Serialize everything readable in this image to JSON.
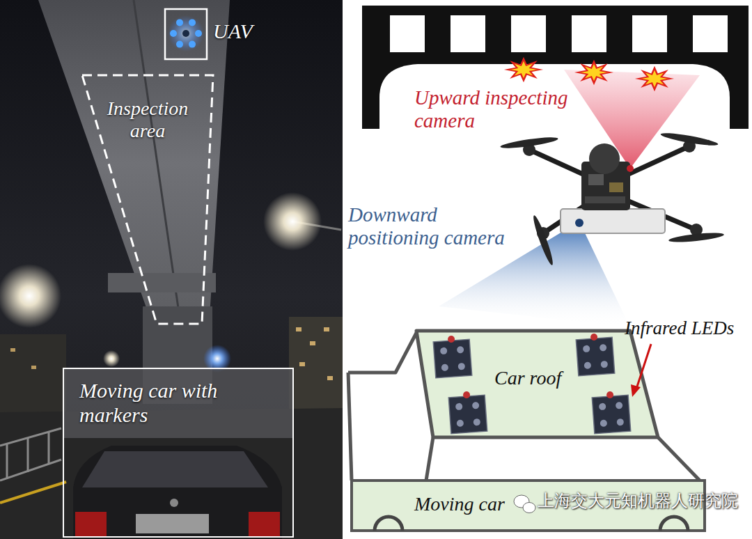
{
  "diagram": {
    "nodes": [
      {
        "text": [
          "UAV"
        ]
      },
      {
        "text": [
          "Inspection area"
        ]
      },
      {
        "text": [
          "Moving car with markers"
        ]
      },
      {
        "text": [
          "Moving car"
        ]
      },
      {
        "text": [
          "Car roof"
        ],
        "in": 3
      }
    ],
    "labels": [
      "Upward inspecting camera",
      "Downward positioning camera",
      "Infrared LEDs",
      "上海交大元知机器人研究院"
    ]
  }
}
